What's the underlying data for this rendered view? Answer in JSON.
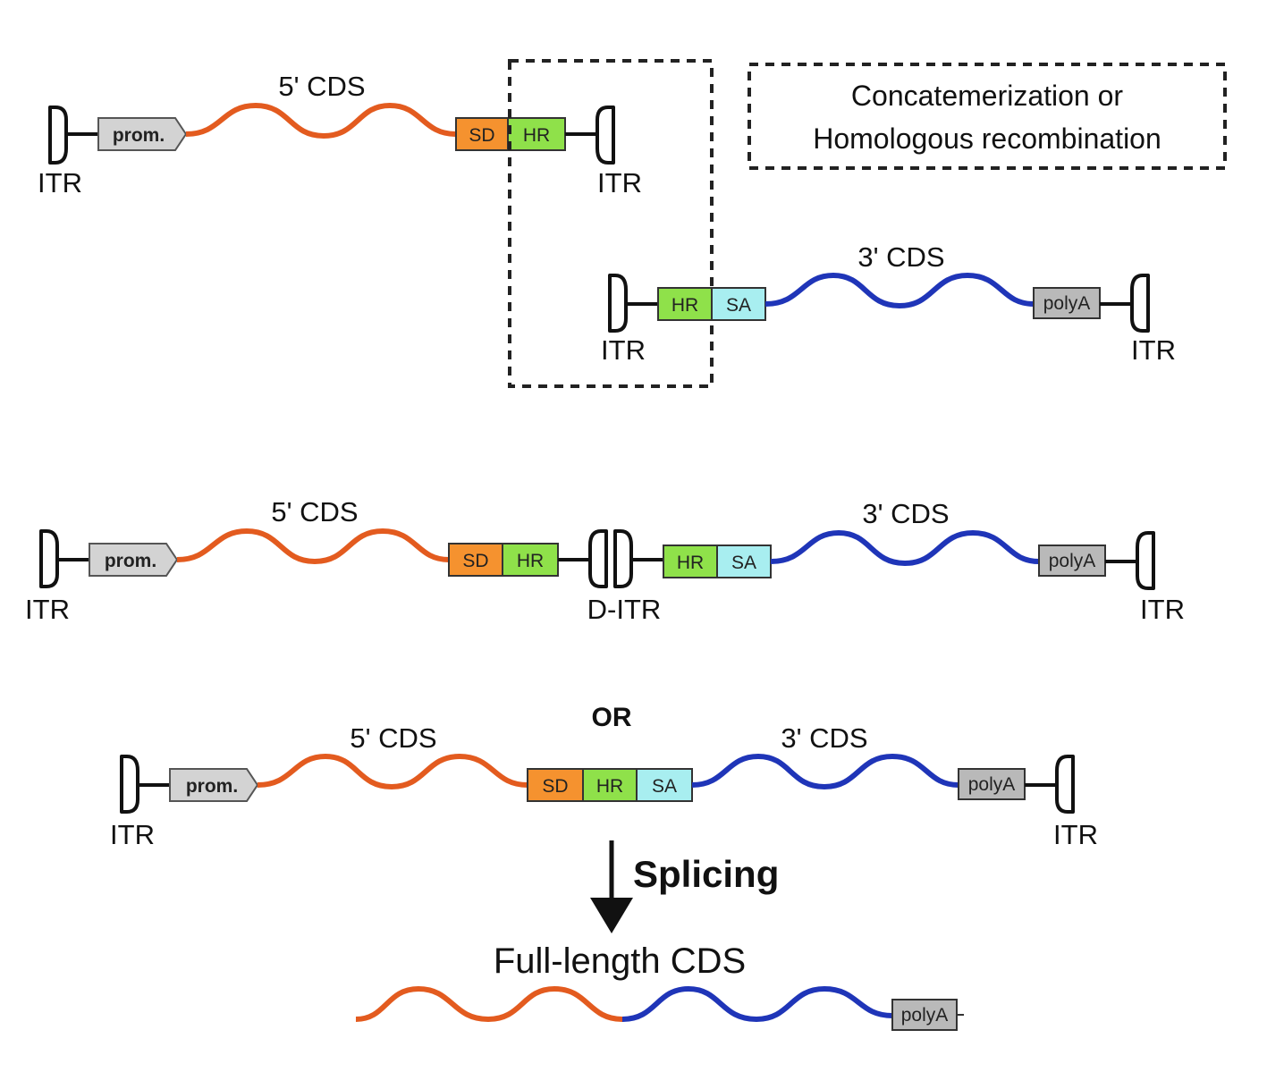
{
  "colors": {
    "five_prime": "#e35b1f",
    "three_prime": "#1f35b8",
    "sd": "#f5922f",
    "hr": "#8fe14a",
    "sa": "#a8eef0",
    "prom": "#d3d3d3",
    "polya": "#b9b9b9"
  },
  "icons": {
    "itr": "itr-hairpin-icon",
    "arrow": "down-arrow-icon"
  },
  "labels": {
    "itr": "ITR",
    "d_itr": "D-ITR",
    "prom": "prom.",
    "sd": "SD",
    "hr": "HR",
    "sa": "SA",
    "polya": "polyA",
    "cds5": "5' CDS",
    "cds3": "3' CDS"
  },
  "note": {
    "line1": "Concatemerization or",
    "line2": "Homologous recombination"
  },
  "or_label": "OR",
  "splicing_label": "Splicing",
  "full_length_label": "Full-length CDS"
}
